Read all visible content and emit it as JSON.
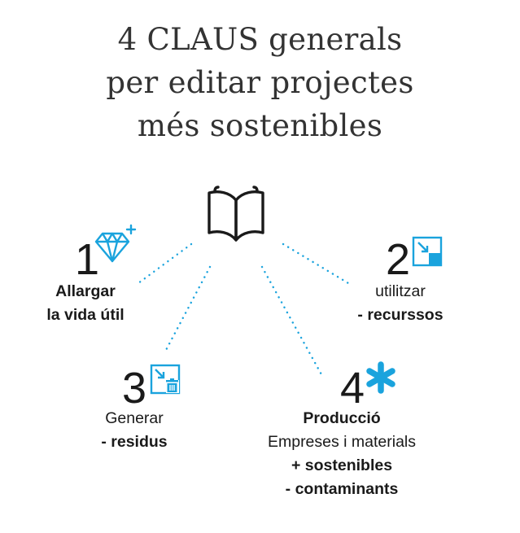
{
  "title": {
    "line1": "4 CLAUS generals",
    "line2": "per editar projectes",
    "line3": "més sostenibles"
  },
  "accent_color": "#1aa3dd",
  "icons": {
    "center": "open-book-icon",
    "key1": "diamond-plus-icon",
    "key2": "resize-square-icon",
    "key3": "trash-arrow-icon",
    "key4": "asterisk-icon"
  },
  "keys": [
    {
      "number": "1",
      "lines": [
        "Allargar",
        "la vida útil"
      ]
    },
    {
      "number": "2",
      "lines": [
        "utilitzar",
        "- recurssos"
      ]
    },
    {
      "number": "3",
      "lines": [
        "Generar",
        "- residus"
      ]
    },
    {
      "number": "4",
      "lines": [
        "Producció",
        "Empreses i materials",
        "+ sostenibles",
        "- contaminants"
      ]
    }
  ]
}
